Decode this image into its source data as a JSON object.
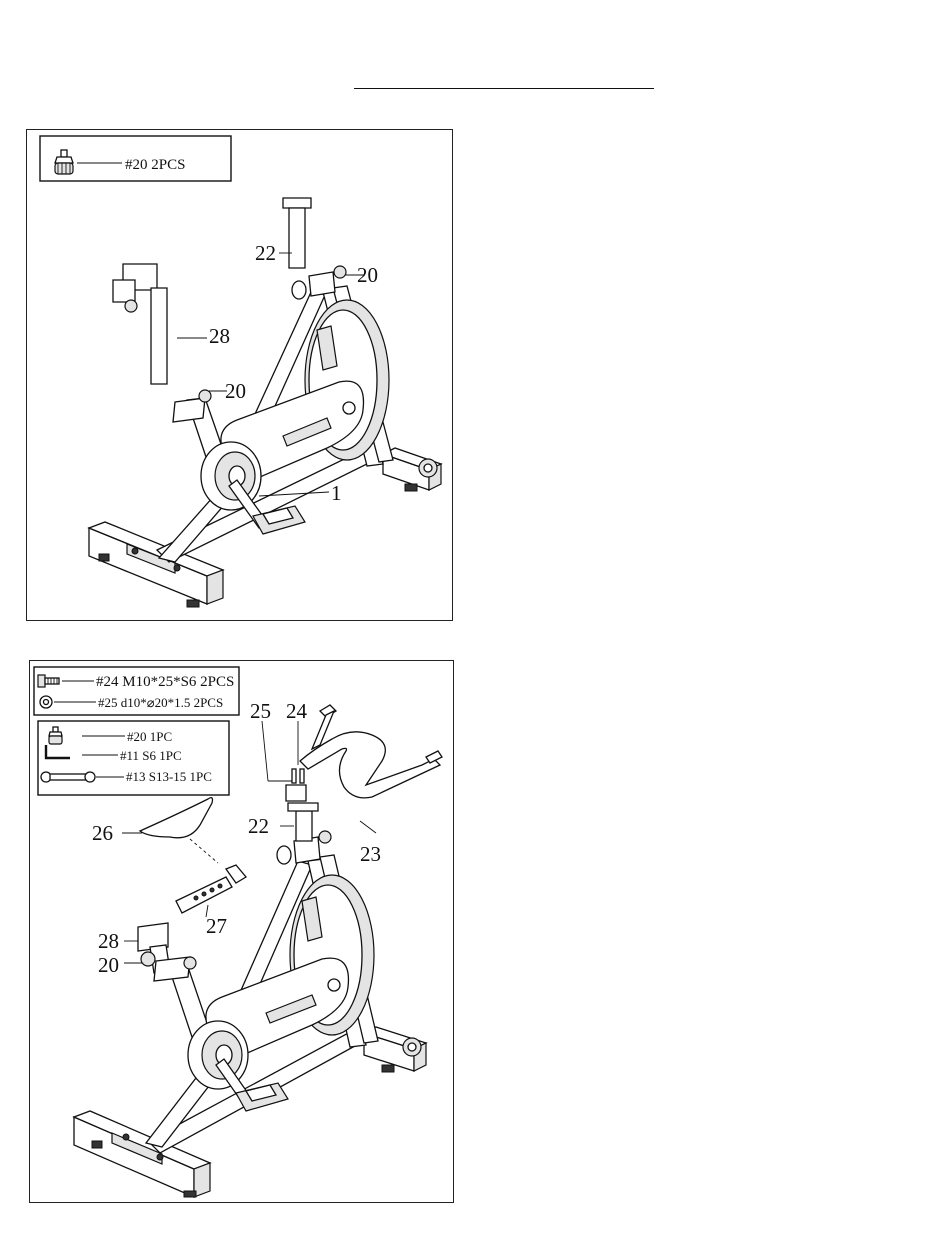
{
  "panel1": {
    "parts_box": [
      {
        "text": "#20 2PCS",
        "icon": "knob-icon"
      }
    ],
    "callouts": {
      "c22": "22",
      "c20a": "20",
      "c28": "28",
      "c20b": "20",
      "c1": "1"
    }
  },
  "panel2": {
    "hardware_box": [
      {
        "text": "#24 M10*25*S6 2PCS",
        "icon": "bolt-icon"
      },
      {
        "text": "#25 d10*⌀20*1.5 2PCS",
        "icon": "washer-icon"
      }
    ],
    "tools_box": [
      {
        "text": "#20 1PC",
        "icon": "knob-icon"
      },
      {
        "text": "#11 S6 1PC",
        "icon": "allen-key-icon"
      },
      {
        "text": "#13 S13-15 1PC",
        "icon": "wrench-icon"
      }
    ],
    "callouts": {
      "c25": "25",
      "c24": "24",
      "c26": "26",
      "c22": "22",
      "c23": "23",
      "c27": "27",
      "c28": "28",
      "c20": "20"
    }
  }
}
